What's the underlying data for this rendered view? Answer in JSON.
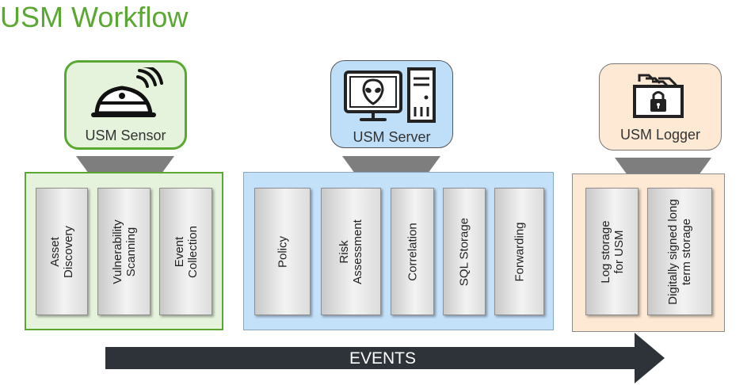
{
  "title": "USM Workflow",
  "components": {
    "sensor": {
      "label": "USM Sensor",
      "icon": "satellite-dish-icon"
    },
    "server": {
      "label": "USM Server",
      "icon": "alien-computer-icon"
    },
    "logger": {
      "label": "USM Logger",
      "icon": "locked-files-icon"
    }
  },
  "functions": {
    "sensor": [
      "Asset\nDiscovery",
      "Vulnerability\nScanning",
      "Event\nCollection"
    ],
    "server": [
      "Policy",
      "Risk\nAssessment",
      "Correlation",
      "SQL Storage",
      "Forwarding"
    ],
    "logger": [
      "Log storage\nfor USM",
      "Digitally signed long\nterm storage"
    ]
  },
  "events_label": "EVENTS",
  "colors": {
    "title_green": "#5aa832",
    "sensor_bg": "#e6f3dc",
    "server_bg": "#c4e1fa",
    "logger_bg": "#fde9d4",
    "arrow": "#2d3338"
  }
}
